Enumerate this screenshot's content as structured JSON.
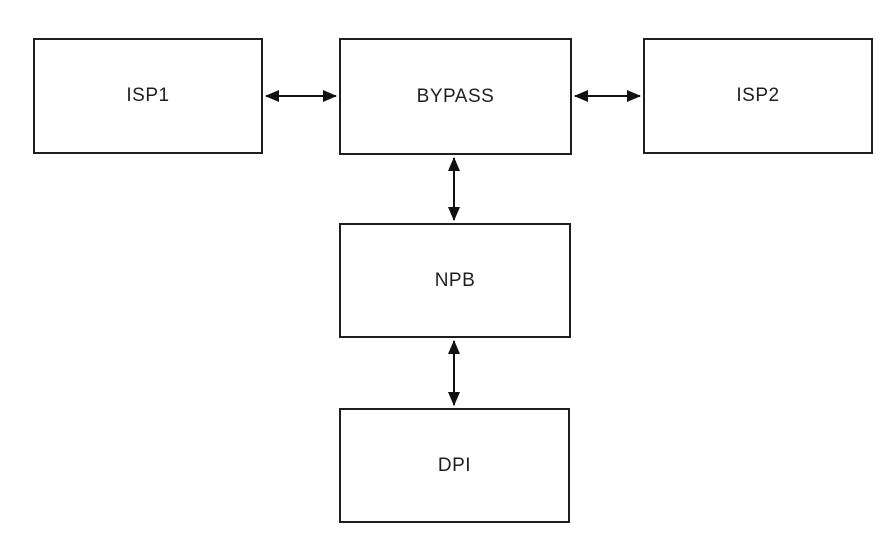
{
  "diagram": {
    "type": "network-topology",
    "background_color": "#ffffff",
    "node_fill": "#ffffff",
    "node_border_color": "#1f1f1f",
    "text_color": "#1f1f1f",
    "connector_color": "#111111",
    "nodes": [
      {
        "id": "isp1",
        "label": "ISP1"
      },
      {
        "id": "bypass",
        "label": "BYPASS"
      },
      {
        "id": "isp2",
        "label": "ISP2"
      },
      {
        "id": "npb",
        "label": "NPB"
      },
      {
        "id": "dpi",
        "label": "DPI"
      }
    ],
    "edges": [
      {
        "from": "isp1",
        "to": "bypass",
        "direction": "bidirectional"
      },
      {
        "from": "bypass",
        "to": "isp2",
        "direction": "bidirectional"
      },
      {
        "from": "bypass",
        "to": "npb",
        "direction": "bidirectional"
      },
      {
        "from": "npb",
        "to": "dpi",
        "direction": "bidirectional"
      }
    ]
  }
}
